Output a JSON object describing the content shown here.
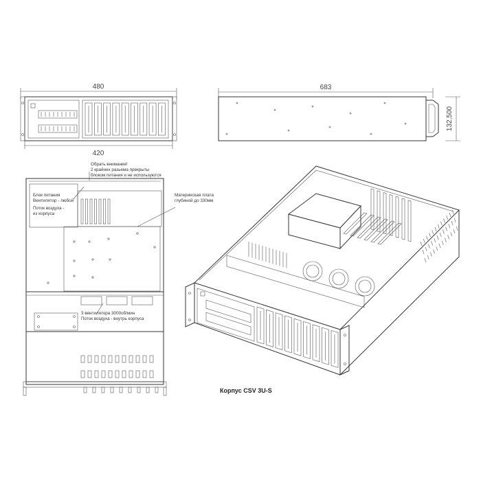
{
  "front_view": {
    "dim_top": "480",
    "dim_bottom": "420"
  },
  "side_view": {
    "dim_length": "683",
    "dim_height": "132,500"
  },
  "top_view": {
    "warning_line1": "Обрать внимание!",
    "warning_line2": "2 крайних разьема прекрыты",
    "warning_line3": "блоком питания и не используются",
    "psu_line1": "Блок питания",
    "psu_line2": "Вентилятор - любой",
    "psu_line3": "Поток воздуха -",
    "psu_line4": "из корпуса",
    "mb_line1": "Материнская плата",
    "mb_line2": "глубиной до 330мм",
    "fans_line1": "3 вентилятора 3000об/мин",
    "fans_line2": "Поток воздуха - внутрь корпуса"
  },
  "caption": "Корпус CSV 3U-S",
  "colors": {
    "line": "#333333",
    "background": "#ffffff"
  }
}
